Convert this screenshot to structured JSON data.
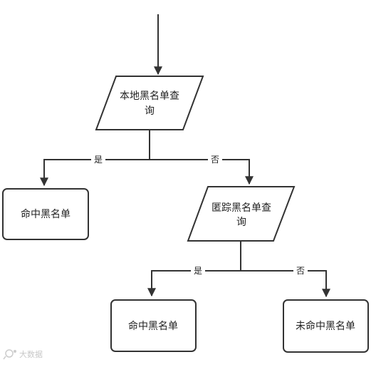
{
  "diagram": {
    "nodes": {
      "local_query": {
        "line1": "本地黑名单查",
        "line2": "询"
      },
      "hit_left": {
        "label": "命中黑名单"
      },
      "trace_query": {
        "line1": "匿踪黑名单查",
        "line2": "询"
      },
      "hit_right": {
        "label": "命中黑名单"
      },
      "miss": {
        "label": "未命中黑名单"
      }
    },
    "edges": {
      "local_yes": "是",
      "local_no": "否",
      "trace_yes": "是",
      "trace_no": "否"
    },
    "watermark": "大数据"
  },
  "colors": {
    "stroke": "#333333",
    "text": "#222222",
    "background": "#ffffff"
  }
}
